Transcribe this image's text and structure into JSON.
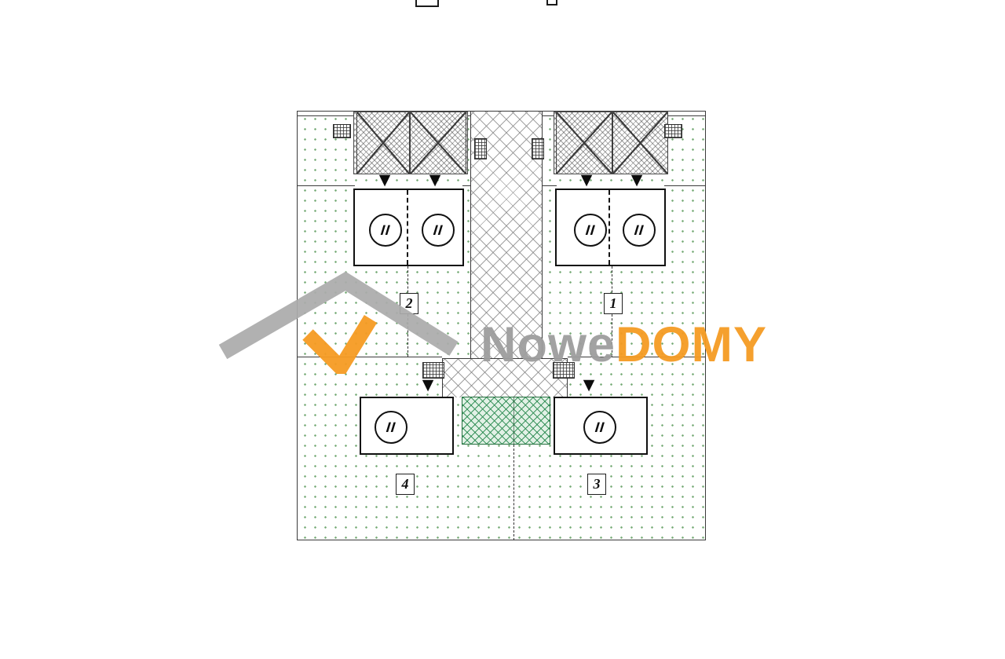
{
  "watermark": {
    "brand_gray_text": "Nowe",
    "brand_orange_text": "DOMY",
    "gray_color": "#9E9E9E",
    "orange_color": "#F59B23"
  },
  "icons": {
    "entrance_arrow": "▼",
    "roof_logo": "roof-chevron"
  },
  "colors": {
    "grass_dot": "#6EA56E",
    "green_area_hatch": "#2C8C52",
    "road_hatch": "#919191",
    "outline": "#3B3B3B"
  },
  "plots": {
    "plot1": {
      "number": "1",
      "unit_left_floors": "II",
      "unit_right_floors": "II"
    },
    "plot2": {
      "number": "2",
      "unit_left_floors": "II",
      "unit_right_floors": "II"
    },
    "plot3": {
      "number": "3",
      "unit_floors": "II"
    },
    "plot4": {
      "number": "4",
      "unit_floors": "II"
    }
  }
}
